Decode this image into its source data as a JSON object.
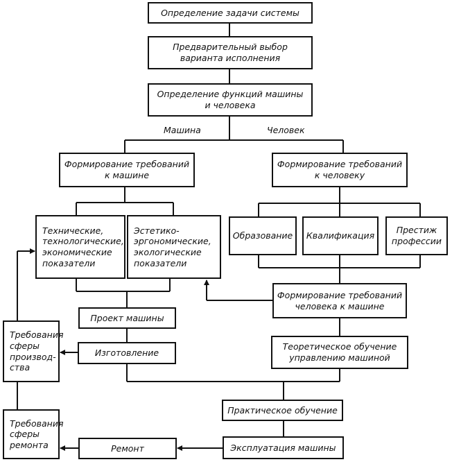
{
  "diagram": {
    "nodes": {
      "task": "Определение задачи системы",
      "prelim": "Предварительный выбор\nварианта исполнения",
      "functions": "Определение функций машины\nи человека",
      "req_machine": "Формирование требований\nк машине",
      "req_human": "Формирование требований\nк человеку",
      "tech": "Технические,\nтехнологические,\nэкономические\nпоказатели",
      "aesth": "Эстетико-\nэргономические,\nэкологические\nпоказатели",
      "education": "Образование",
      "qualification": "Квалификация",
      "prestige": "Престиж\nпрофессии",
      "req_human_machine": "Формирование требований\nчеловека к машине",
      "project": "Проект машины",
      "manufacturing": "Изготовление",
      "theory": "Теоретическое обучение\nуправлению машиной",
      "production_req": "Требования\nсферы\nпроизвод-\nства",
      "practice": "Практическое обучение",
      "repair_req": "Требования\nсферы\nремонта",
      "repair": "Ремонт",
      "operation": "Эксплуатация машины"
    },
    "branch_labels": {
      "machine": "Машина",
      "human": "Человек"
    }
  }
}
